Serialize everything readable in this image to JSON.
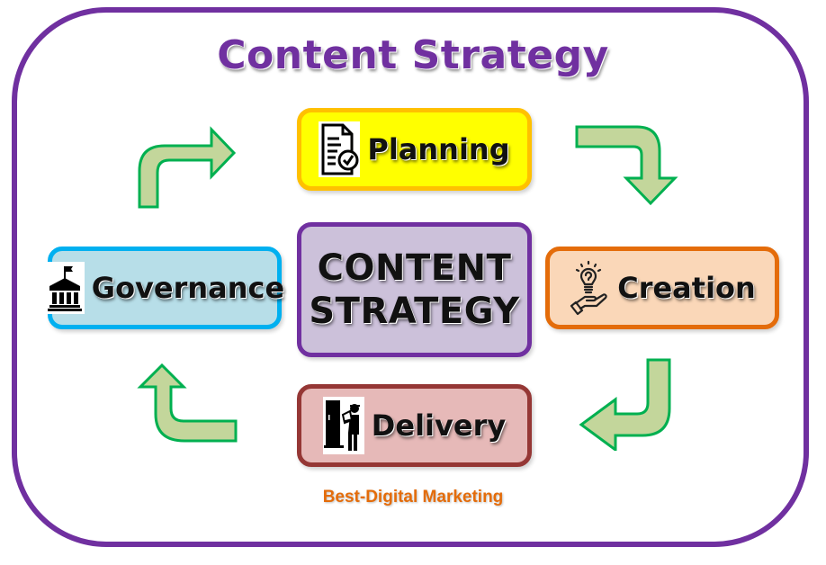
{
  "title": "Content Strategy",
  "center": {
    "line1": "CONTENT",
    "line2": "STRATEGY",
    "fill": "#CCC1DA",
    "border": "#7030A0"
  },
  "stages": {
    "planning": {
      "label": "Planning",
      "icon": "document-check-icon",
      "fill": "#FFFF00",
      "border": "#FFC000"
    },
    "creation": {
      "label": "Creation",
      "icon": "lightbulb-hand-icon",
      "fill": "#FAD7B8",
      "border": "#E46C0A"
    },
    "delivery": {
      "label": "Delivery",
      "icon": "delivery-person-icon",
      "fill": "#E6B9B8",
      "border": "#953735"
    },
    "governance": {
      "label": "Governance",
      "icon": "government-building-icon",
      "fill": "#B7DEE8",
      "border": "#00B0F0"
    }
  },
  "cycle_order": [
    "Planning",
    "Creation",
    "Delivery",
    "Governance"
  ],
  "arrows": {
    "fill": "#C3D69B",
    "stroke": "#00B050",
    "items": [
      {
        "from": "Governance",
        "to": "Planning",
        "direction": "up-then-right"
      },
      {
        "from": "Planning",
        "to": "Creation",
        "direction": "right-then-down"
      },
      {
        "from": "Creation",
        "to": "Delivery",
        "direction": "down-then-left"
      },
      {
        "from": "Delivery",
        "to": "Governance",
        "direction": "left-then-up"
      }
    ]
  },
  "footer": "Best-Digital Marketing",
  "colors": {
    "frame": "#7030A0",
    "title": "#7030A0",
    "footer": "#E46C0A"
  }
}
